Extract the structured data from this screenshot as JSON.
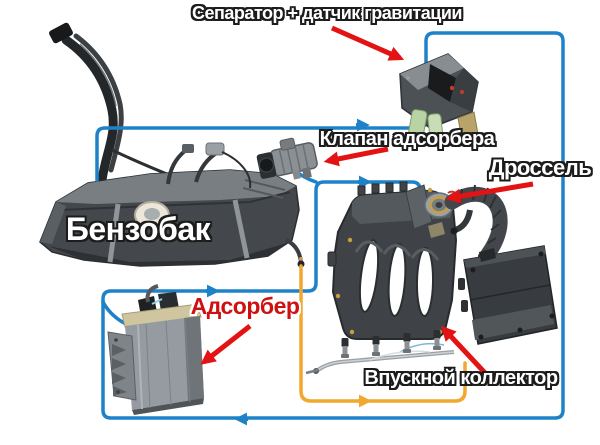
{
  "labels": {
    "separator": "Сепаратор + датчик гравитации",
    "valve": "Клапан адсорбера",
    "throttle": "Дроссель",
    "fuel_tank": "Бензобак",
    "adsorber": "Адсорбер",
    "intake_manifold": "Впускной коллектор"
  },
  "colors": {
    "vapor_line": "#1e82c8",
    "fuel_line": "#f2a72e",
    "callout_arrow": "#e31313",
    "label_text": "#ffffff",
    "label_outline": "#1c1c1c",
    "adsorber_label_text": "#cf1010",
    "background": "#ffffff"
  }
}
